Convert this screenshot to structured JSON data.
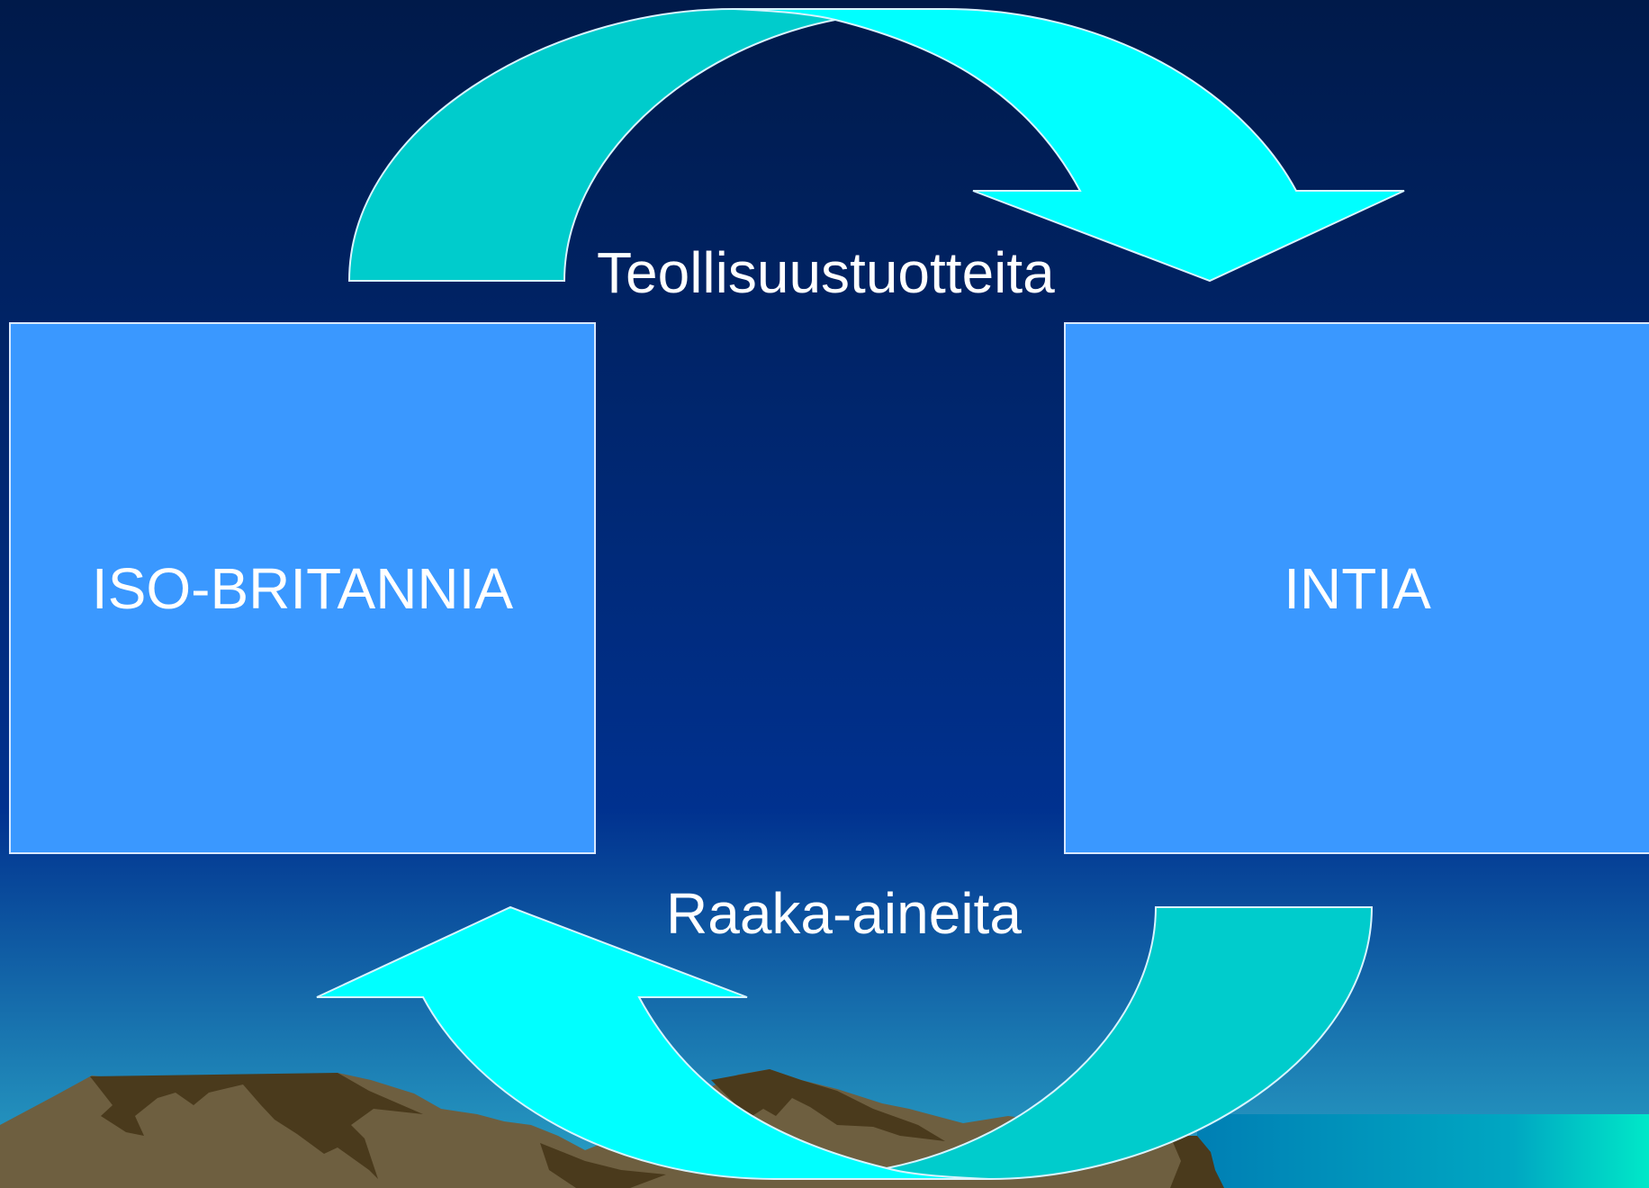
{
  "diagram": {
    "nodes": [
      {
        "id": "left",
        "label": "ISO-BRITANNIA"
      },
      {
        "id": "right",
        "label": "INTIA"
      }
    ],
    "edges": [
      {
        "from": "left",
        "to": "right",
        "label": "Teollisuustuotteita"
      },
      {
        "from": "right",
        "to": "left",
        "label": "Raaka-aineita"
      }
    ]
  },
  "colors": {
    "background_top": "#001a4a",
    "background_mid": "#002f8f",
    "background_bottom": "#2a9fc4",
    "box_fill": "#3a98ff",
    "arrow_light": "#00ffff",
    "arrow_dark": "#00cccc",
    "text": "#ffffff",
    "mountain": "#6b5a3a",
    "sea": "#00d7c8"
  }
}
